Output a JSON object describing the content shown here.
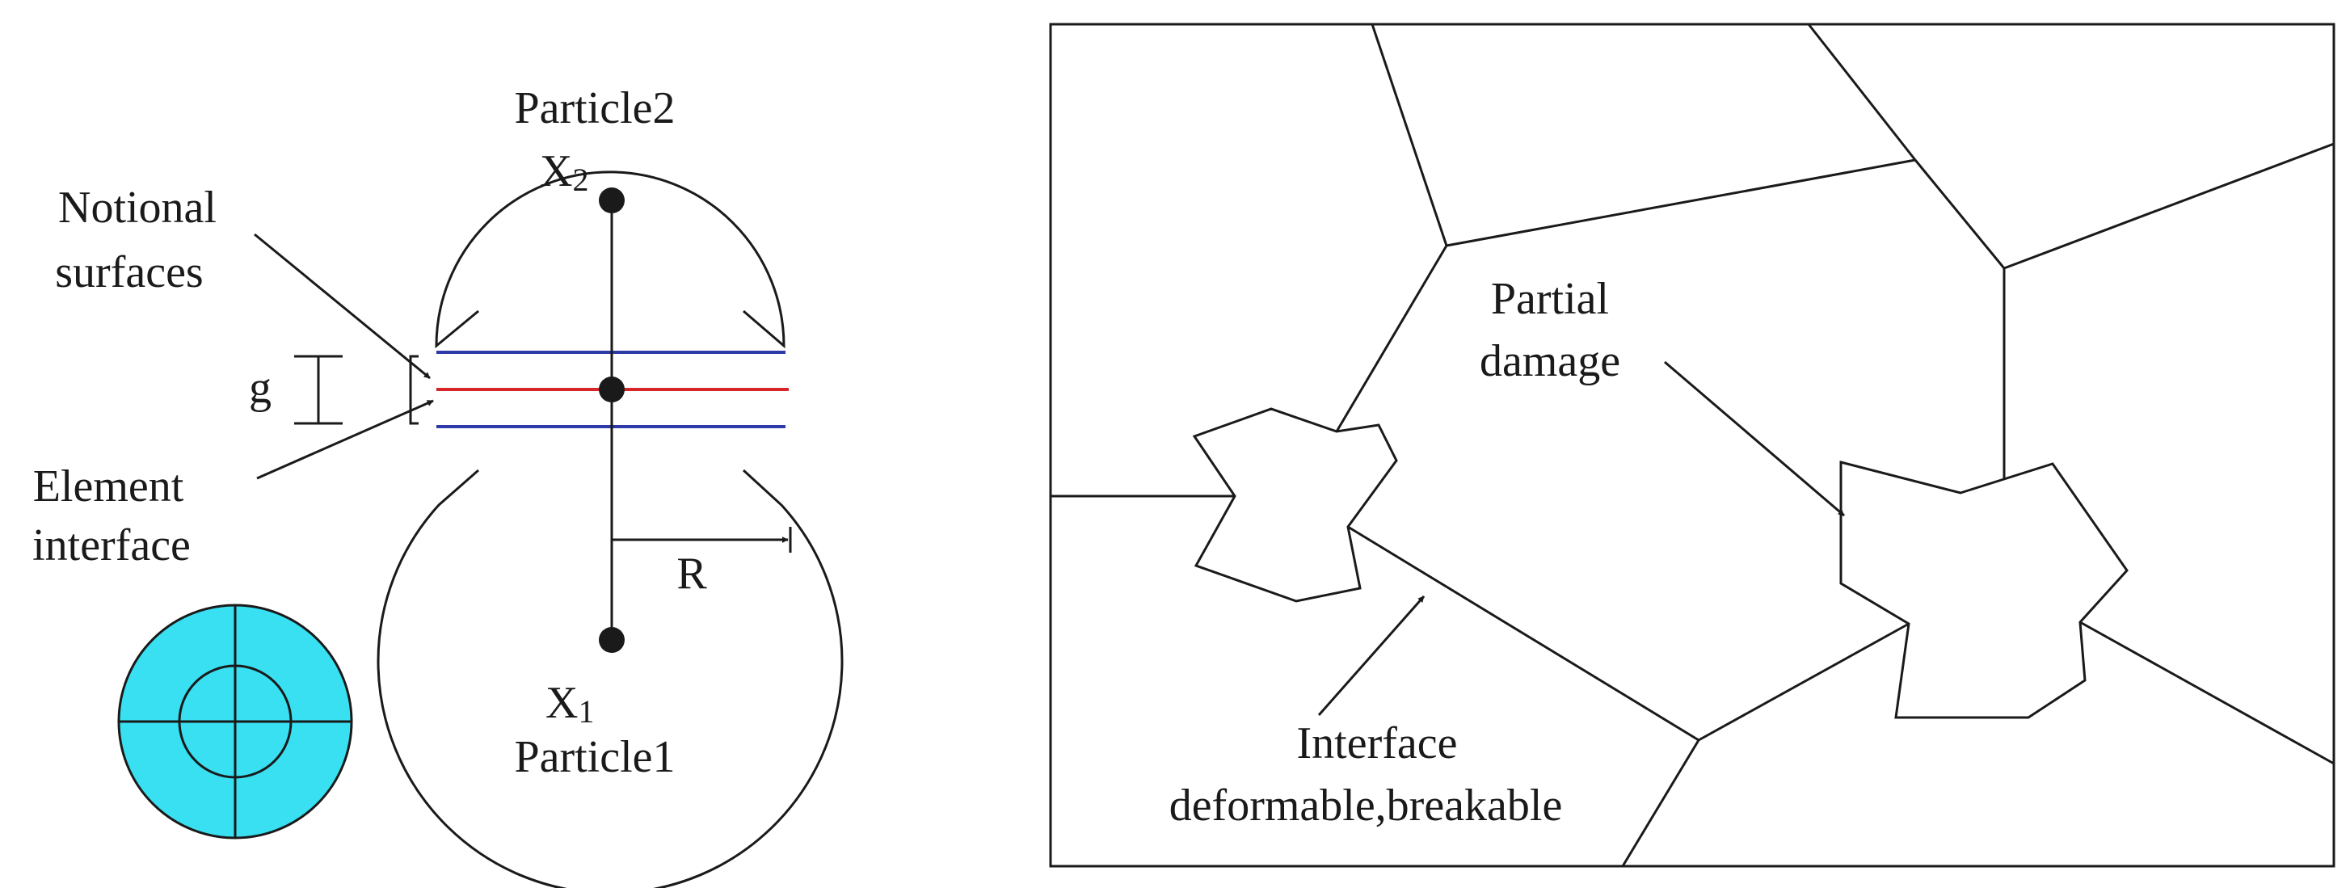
{
  "left_panel": {
    "particle2_label": "Particle2",
    "x2_base": "X",
    "x2_sub": "2",
    "particle1_label": "Particle1",
    "x1_base": "X",
    "x1_sub": "1",
    "notional_line1": "Notional",
    "notional_line2": "surfaces",
    "gap_label": "g",
    "element_line1": "Element",
    "element_line2": "interface",
    "radius_label": "R",
    "icon": "cyan-target-icon"
  },
  "right_panel": {
    "partial_line1": "Partial",
    "partial_line2": "damage",
    "interface_line1": "Interface",
    "interface_line2": "deformable,breakable"
  },
  "colors": {
    "outline": "#1a1a1a",
    "notional_surface": "#2e3aa8",
    "element_interface": "#d6262a",
    "icon_fill": "#38e0f2"
  }
}
